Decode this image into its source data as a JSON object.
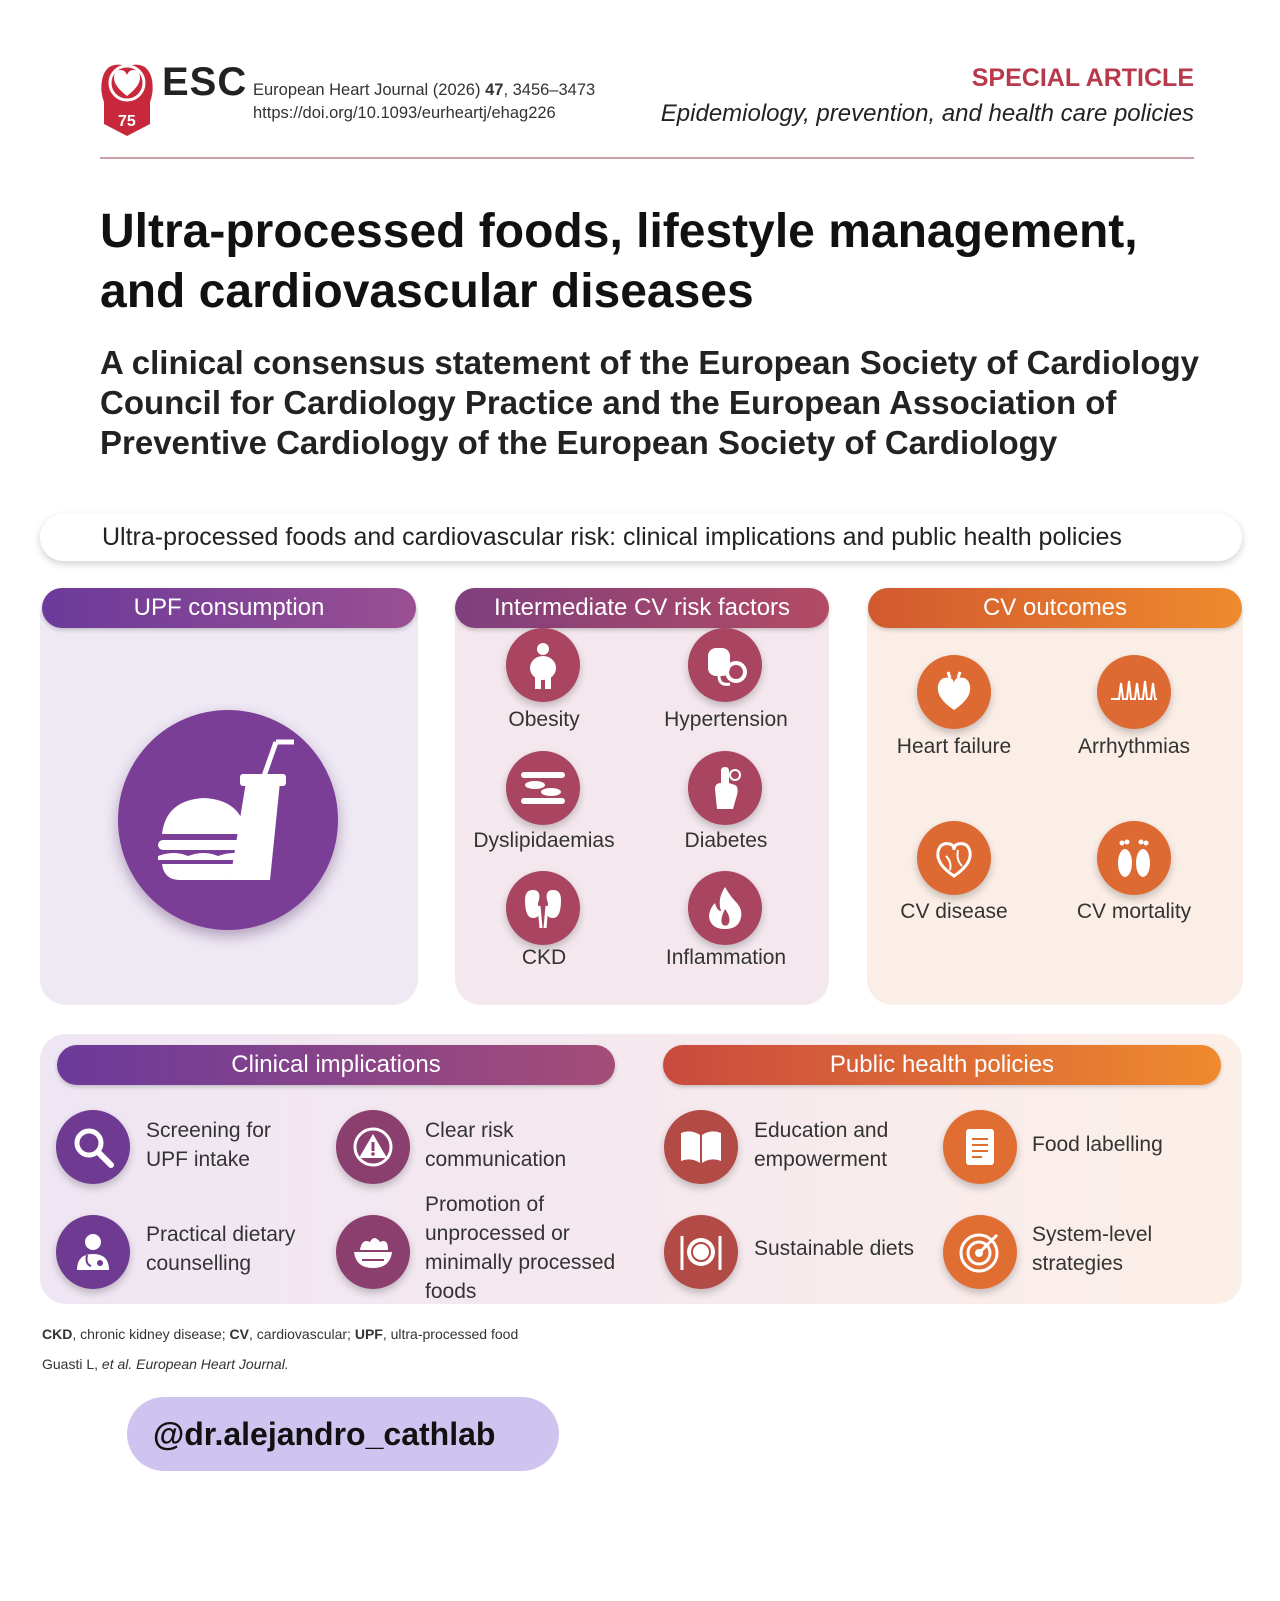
{
  "header": {
    "logo_text": "ESC",
    "logo_badge": "75",
    "journal_prefix": "European Heart Journal (2026)",
    "journal_volume": "47",
    "journal_pages": ", 3456–3473",
    "doi": "https://doi.org/10.1093/eurheartj/ehag226",
    "article_type": "SPECIAL ARTICLE",
    "section": "Epidemiology, prevention, and health care policies"
  },
  "title": "Ultra-processed foods, lifestyle management, and cardiovascular diseases",
  "subtitle": "A clinical consensus statement of the European Society of Cardiology Council for Cardiology Practice and the European Association of Preventive Cardiology of the European Society of Cardiology",
  "banner": "Ultra-processed foods and cardiovascular risk: clinical implications and public health policies",
  "panels": {
    "upf": {
      "title": "UPF consumption",
      "icon": "fast-food-icon"
    },
    "risk": {
      "title": "Intermediate CV risk factors",
      "items": [
        {
          "label": "Obesity",
          "icon": "obesity-icon"
        },
        {
          "label": "Hypertension",
          "icon": "blood-pressure-icon"
        },
        {
          "label": "Dyslipidaemias",
          "icon": "artery-plaque-icon"
        },
        {
          "label": "Diabetes",
          "icon": "glucose-finger-icon"
        },
        {
          "label": "CKD",
          "icon": "kidneys-icon"
        },
        {
          "label": "Inflammation",
          "icon": "flame-icon"
        }
      ]
    },
    "outcomes": {
      "title": "CV outcomes",
      "items": [
        {
          "label": "Heart failure",
          "icon": "heart-icon"
        },
        {
          "label": "Arrhythmias",
          "icon": "ecg-icon"
        },
        {
          "label": "CV disease",
          "icon": "heart-vessels-icon"
        },
        {
          "label": "CV mortality",
          "icon": "feet-icon"
        }
      ]
    }
  },
  "clinical": {
    "title": "Clinical implications",
    "items": [
      {
        "label_l1": "Screening for",
        "label_l2": "UPF intake",
        "icon": "search-icon"
      },
      {
        "label_l1": "Clear risk",
        "label_l2": "communication",
        "icon": "warning-icon"
      },
      {
        "label_l1": "Practical dietary",
        "label_l2": "counselling",
        "icon": "doctor-icon"
      },
      {
        "label_l1": "Promotion of",
        "label_l2": "unprocessed or",
        "label_l3": "minimally processed",
        "label_l4": "foods",
        "icon": "salad-bowl-icon"
      }
    ]
  },
  "policies": {
    "title": "Public health policies",
    "items": [
      {
        "label_l1": "Education and",
        "label_l2": "empowerment",
        "icon": "book-icon"
      },
      {
        "label_l1": "Food labelling",
        "icon": "label-icon"
      },
      {
        "label_l1": "Sustainable diets",
        "icon": "plate-icon"
      },
      {
        "label_l1": "System-level",
        "label_l2": "strategies",
        "icon": "target-icon"
      }
    ]
  },
  "footnote": {
    "abbr1": "CKD",
    "def1": ", chronic kidney disease; ",
    "abbr2": "CV",
    "def2": ", cardiovascular; ",
    "abbr3": "UPF",
    "def3": ", ultra-processed food",
    "citation_authors": "Guasti L, ",
    "citation_etal": "et al.",
    "citation_journal": " European Heart Journal."
  },
  "watermark": "@dr.alejandro_cathlab",
  "colors": {
    "purple": "#6e3a92",
    "magenta": "#a94560",
    "orange": "#de6a33",
    "brand_red": "#b73a4c"
  }
}
